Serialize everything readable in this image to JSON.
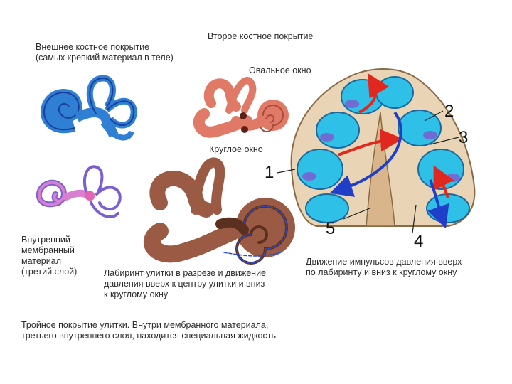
{
  "labels": {
    "outer_line1": "Внешнее костное покрытие",
    "outer_line2": "(самых крепкий материал в теле)",
    "second_cover": "Второе костное покрытие",
    "oval_window": "Овальное окно",
    "round_window": "Круглое окно",
    "inner_line1": "Внутренний",
    "inner_line2": "мембранный",
    "inner_line3": "материал",
    "inner_line4": "(третий слой)",
    "section_line1": "Лабиринт улитки в разрезе и движение",
    "section_line2": "давления вверх к центру улитки и вниз",
    "section_line3": "к круглому окну",
    "impulse_line1": "Движение импульсов давления вверх",
    "impulse_line2": "по лабиринту и вниз к круглому окну",
    "bottom_line1": "Тройное покрытие улитки. Внутри мембранного материала,",
    "bottom_line2": "третьего внутреннего слоя, находится специальная жидкость"
  },
  "numbers": {
    "n1": "1",
    "n2": "2",
    "n3": "3",
    "n4": "4",
    "n5": "5"
  },
  "colors": {
    "blue_bone": "#2f7fd4",
    "blue_dark": "#1a3f9a",
    "salmon": "#e07a66",
    "salmon_dark": "#a94a3a",
    "pink": "#d97fcf",
    "violet": "#7b5fd0",
    "brown": "#9a5a43",
    "brown_dark": "#5c3020",
    "cyan": "#2fc0e8",
    "tan": "#d8b58a",
    "red_arrow": "#e0281e",
    "blue_arrow": "#1f3fc8"
  }
}
